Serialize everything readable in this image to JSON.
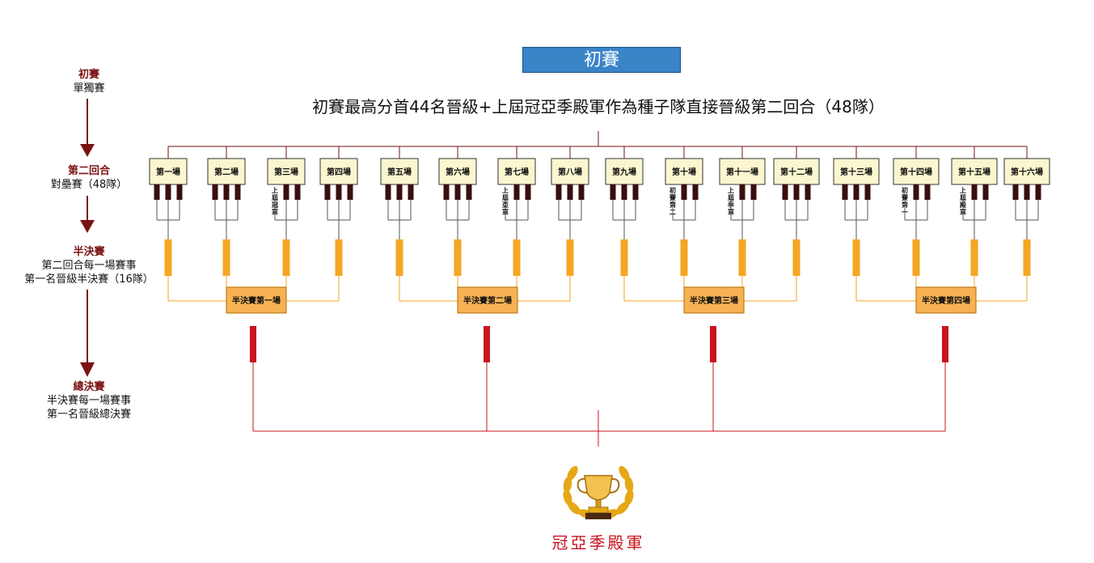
{
  "stages": [
    {
      "title": "初賽",
      "lines": [
        "單獨賽"
      ]
    },
    {
      "title": "第二回合",
      "lines": [
        "對壘賽（48隊）"
      ]
    },
    {
      "title": "半決賽",
      "lines": [
        "第二回合每一場賽事",
        "第一名晉級半決賽（16隊）"
      ]
    },
    {
      "title": "總決賽",
      "lines": [
        "半決賽每一場賽事",
        "第一名晉級總決賽"
      ]
    }
  ],
  "header": {
    "title": "初賽",
    "description": "初賽最高分首44名晉級+上屆冠亞季殿軍作為種子隊直接晉級第二回合（48隊）"
  },
  "round2_matches": [
    {
      "label": "第一場",
      "seed": ""
    },
    {
      "label": "第二場",
      "seed": ""
    },
    {
      "label": "第三場",
      "seed": "上屆冠軍"
    },
    {
      "label": "第四場",
      "seed": ""
    },
    {
      "label": "第五場",
      "seed": ""
    },
    {
      "label": "第六場",
      "seed": ""
    },
    {
      "label": "第七場",
      "seed": "上屆亞軍"
    },
    {
      "label": "第八場",
      "seed": ""
    },
    {
      "label": "第九場",
      "seed": ""
    },
    {
      "label": "第十場",
      "seed": "初賽第二"
    },
    {
      "label": "第十一場",
      "seed": "上屆季軍"
    },
    {
      "label": "第十二場",
      "seed": ""
    },
    {
      "label": "第十三場",
      "seed": ""
    },
    {
      "label": "第十四場",
      "seed": "初賽第一"
    },
    {
      "label": "第十五場",
      "seed": "上屆殿軍"
    },
    {
      "label": "第十六場",
      "seed": ""
    }
  ],
  "semifinal_matches": [
    "半決賽第一場",
    "半決賽第二場",
    "半決賽第三場",
    "半決賽第四場"
  ],
  "final": {
    "label": "冠亞季殿軍",
    "icon": "trophy-icon"
  },
  "colors": {
    "header_bg": "#3a84c8",
    "bracket_line": "#7a1212",
    "round2_box": "#fbf6cf",
    "team_bar": "#3a0e0e",
    "semi_bar": "#f5a623",
    "semi_box": "#f7b253",
    "final_bar": "#c8141e",
    "final_line": "#c8141e",
    "stage_title": "#7a1212",
    "trophy_gold": "#e6a817"
  }
}
